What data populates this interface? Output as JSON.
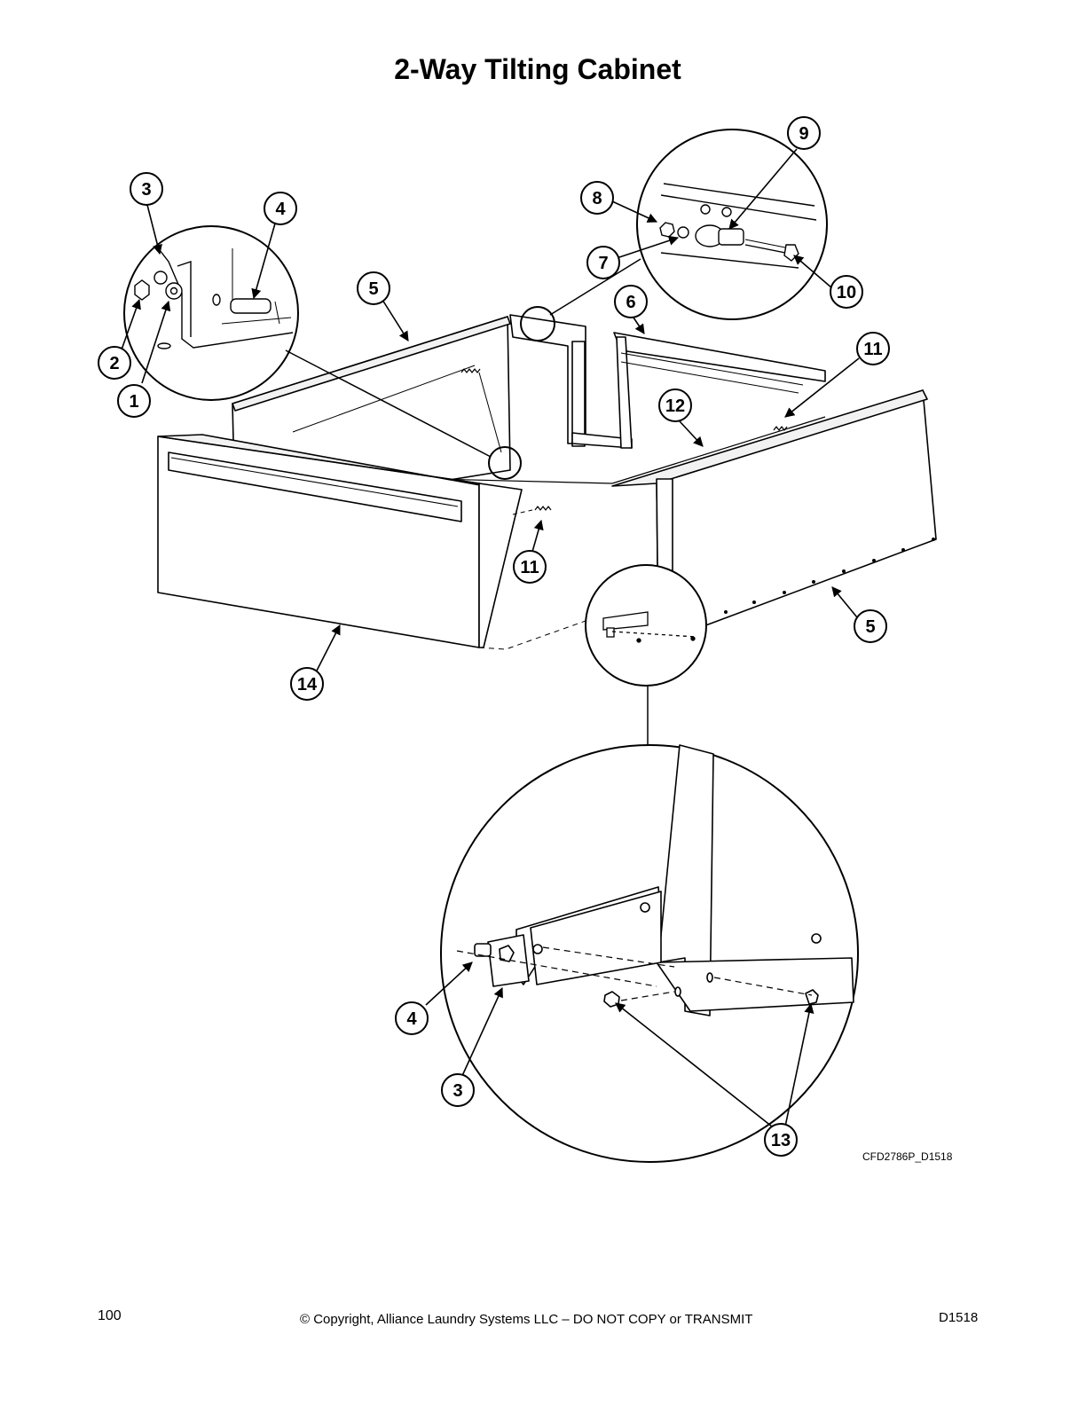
{
  "page": {
    "title": "2-Way Tilting Cabinet",
    "figure_code": "CFD2786P_D1518",
    "footer": {
      "page_number": "100",
      "copyright": "© Copyright, Alliance Laundry Systems LLC – DO NOT COPY or TRANSMIT",
      "doc_id": "D1518"
    }
  },
  "callouts": [
    {
      "id": "c3a",
      "label": "3"
    },
    {
      "id": "c4a",
      "label": "4"
    },
    {
      "id": "c2",
      "label": "2"
    },
    {
      "id": "c1",
      "label": "1"
    },
    {
      "id": "c5a",
      "label": "5"
    },
    {
      "id": "c8",
      "label": "8"
    },
    {
      "id": "c7",
      "label": "7"
    },
    {
      "id": "c9",
      "label": "9"
    },
    {
      "id": "c10",
      "label": "10"
    },
    {
      "id": "c6",
      "label": "6"
    },
    {
      "id": "c11a",
      "label": "11"
    },
    {
      "id": "c12",
      "label": "12"
    },
    {
      "id": "c11b",
      "label": "11"
    },
    {
      "id": "c5b",
      "label": "5"
    },
    {
      "id": "c14",
      "label": "14"
    },
    {
      "id": "c4b",
      "label": "4"
    },
    {
      "id": "c3b",
      "label": "3"
    },
    {
      "id": "c13",
      "label": "13"
    }
  ]
}
